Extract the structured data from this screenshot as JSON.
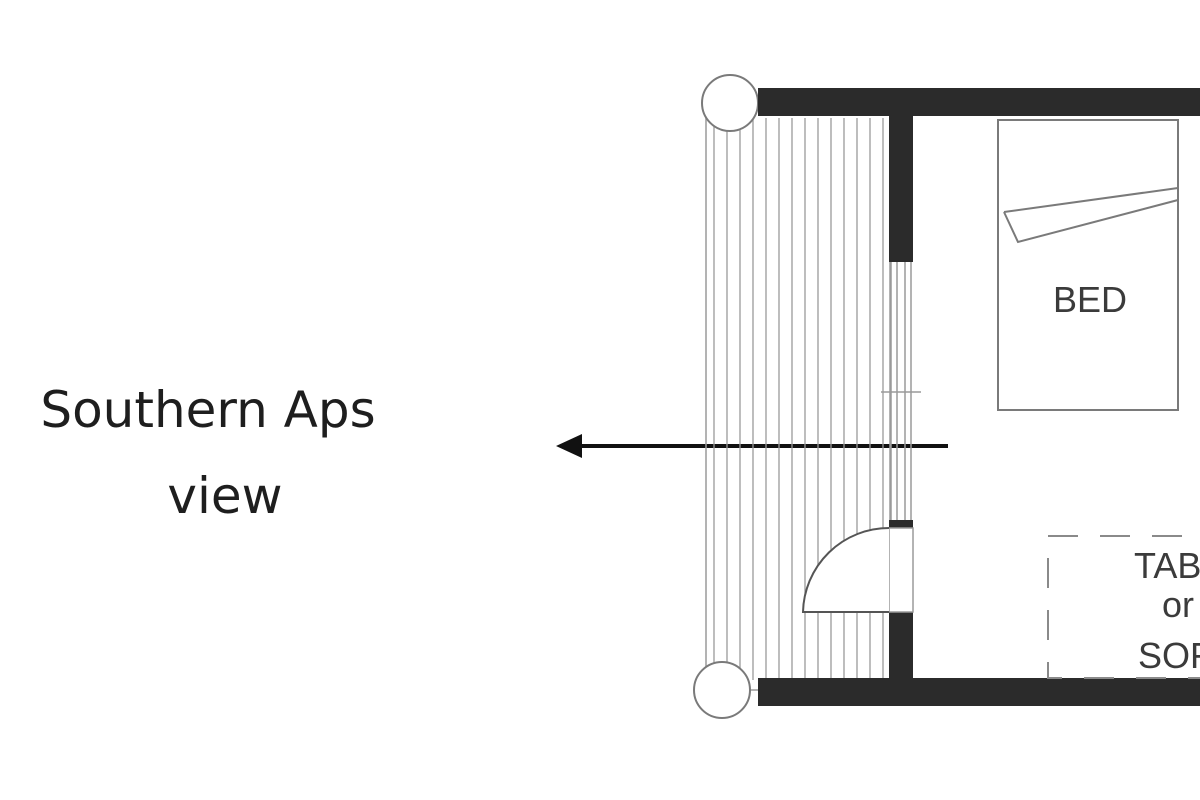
{
  "caption": {
    "line1": "Southern Aps",
    "line2": "view"
  },
  "rooms": {
    "bed_label": "BED",
    "table_label_line1": "TAB",
    "table_label_line2": "or",
    "table_label_line3": "SOF"
  },
  "colors": {
    "wall": "#2b2b2b",
    "line": "#9a9a9a",
    "text": "#1e1e1e"
  }
}
